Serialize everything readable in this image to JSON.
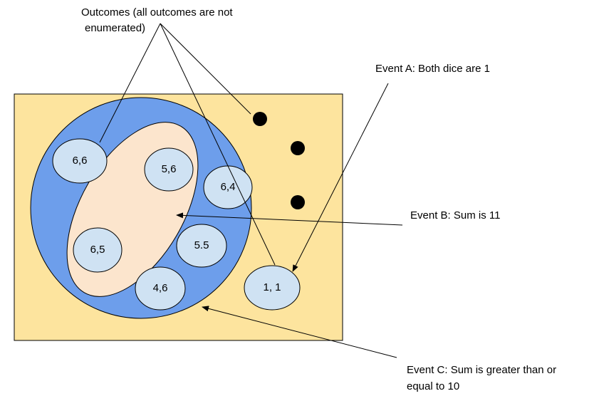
{
  "diagram": {
    "outcomes_label": [
      "Outcomes (all outcomes are not",
      "enumerated)"
    ],
    "event_a_label": "Event A: Both dice are 1",
    "event_b_label": "Event B: Sum is 11",
    "event_c_label": [
      "Event C: Sum is greater than or",
      "equal to 10"
    ],
    "outcomes": [
      "6,6",
      "5,6",
      "6,4",
      "6,5",
      "5.5",
      "4,6",
      "1, 1"
    ],
    "colors": {
      "sample_space": "#fde49e",
      "event_c": "#6d9eeb",
      "event_b": "#fce5cd",
      "outcome": "#cfe2f3",
      "stroke": "#000000"
    }
  }
}
